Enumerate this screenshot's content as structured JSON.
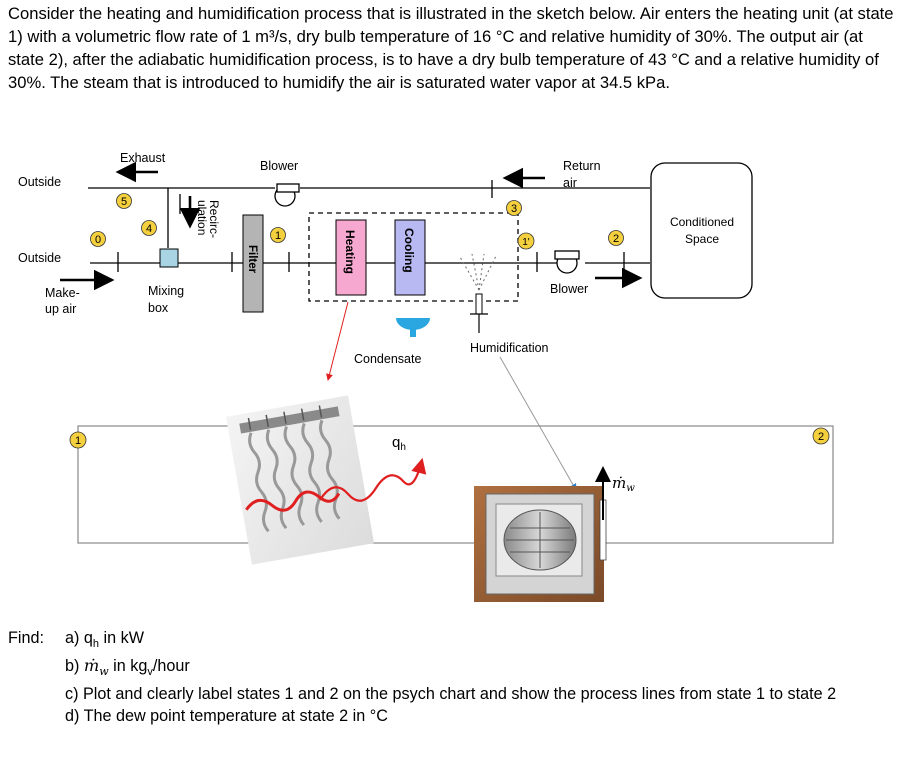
{
  "problem_statement": "Consider the heating and humidification process that is illustrated in the sketch below. Air enters the heating unit (at state 1) with a volumetric flow rate of 1 m³/s, dry bulb temperature of 16 °C and relative humidity of 30%. The output air (at state 2), after the adiabatic humidification process, is to have a dry bulb temperature of 43 °C and a relative humidity of 30%. The steam that is introduced to humidify the air is saturated water vapor at 34.5 kPa.",
  "diagram": {
    "labels": {
      "outside_top": "Outside",
      "outside_bottom": "Outside",
      "exhaust": "Exhaust",
      "makeup_1": "Make-",
      "makeup_2": "up air",
      "mixing_1": "Mixing",
      "mixing_2": "box",
      "recirculation_1": "Recirc-",
      "recirculation_2": "ulation",
      "filter": "Filter",
      "blower_top": "Blower",
      "blower_bottom": "Blower",
      "heating": "Heating",
      "cooling": "Cooling",
      "condensate": "Condensate",
      "humidification": "Humidification",
      "return_1": "Return",
      "return_2": "air",
      "conditioned_1": "Conditioned",
      "conditioned_2": "Space",
      "qh_base": "q",
      "qh_sub": "h",
      "mw_base": "ṁ",
      "mw_sub": "w"
    },
    "state_markers": {
      "s0": "0",
      "s1": "1",
      "s1prime": "1'",
      "s2": "2",
      "s3": "3",
      "s4": "4",
      "s5": "5",
      "lower_state1": "1",
      "lower_state2": "2"
    },
    "colors": {
      "state_marker_fill": "#f4d03f",
      "heating_fill": "#f7a8d0",
      "cooling_fill": "#b8b8f2",
      "mixing_box_fill": "#a8d4e4",
      "filter_fill": "#b4b4b4",
      "condensate_fill": "#2aa7e0",
      "heating_element_red": "#e02020"
    }
  },
  "find": {
    "label": "Find:",
    "a_prefix": "a) q",
    "a_sub": "h",
    "a_suffix": " in kW",
    "b_prefix": "b) ",
    "b_symbol": "ṁ",
    "b_symbol_sub": "w",
    "b_suffix_1": " in kg",
    "b_suffix_sub": "v",
    "b_suffix_2": "/hour",
    "c": "c) Plot and clearly label states 1 and 2 on the psych chart and show the process lines from state 1 to state 2",
    "d": "d) The dew point temperature at state 2 in °C"
  }
}
